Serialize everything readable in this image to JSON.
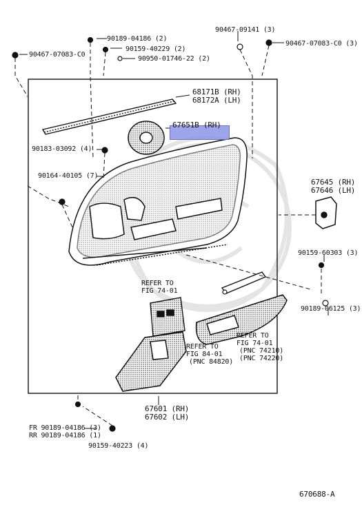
{
  "labels": {
    "p68171b": "68171B (RH)",
    "p68172a": "68172A (LH)",
    "p67651b": "67651B (RH)",
    "p90189_04186_top": "90189-04186 (2)",
    "p90159_40229": "90159-40229 (2)",
    "p90950": "90950-01746-22 (2)",
    "p90467_left": "90467-07083-C0",
    "p90467_09141": "90467-09141 (3)",
    "p90467_right": "90467-07083-C0 (3)",
    "p90183": "90183-03092 (4)",
    "p90164": "90164-40105 (7)",
    "p67645": "67645 (RH)",
    "p67646": "67646 (LH)",
    "p90159_60303": "90159-60303 (3)",
    "p90189_06125": "90189-06125 (3)",
    "refer1_a": "REFER TO",
    "refer1_b": "FIG 74-01",
    "refer2_a": "REFER TO",
    "refer2_b": "FIG 84-01",
    "refer2_c": "(PNC 84820)",
    "refer3_a": "REFER TO",
    "refer3_b": "FIG 74-01",
    "refer3_c": "(PNC 74210)",
    "refer3_d": "(PNC 74220)",
    "p67601": "67601 (RH)",
    "p67602": "67602 (LH)",
    "fr": "FR  90189-04186 (3)",
    "rr": "RR  90189-04186 (1)",
    "p90159_40223": "90159-40223 (4)",
    "figure_id": "670688-A"
  },
  "colors": {
    "line": "#111111",
    "highlight": "#8c96e6",
    "watermark": "#e6e6e6"
  }
}
